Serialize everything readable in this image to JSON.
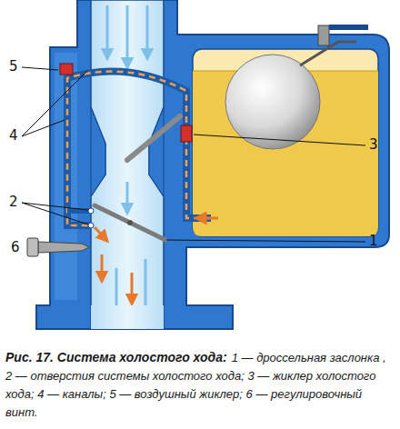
{
  "diagram": {
    "title": "Рис. 17. Система холостого хода:",
    "caption": "1 — дроссельная заслонка , 2 — отверстия системы холостого хода; 3 — жиклер холостого хода; 4 — каналы; 5 — воздушный жиклер; 6 — регулировочный винт.",
    "labels": [
      "5",
      "4",
      "2",
      "6",
      "3",
      "1"
    ]
  }
}
